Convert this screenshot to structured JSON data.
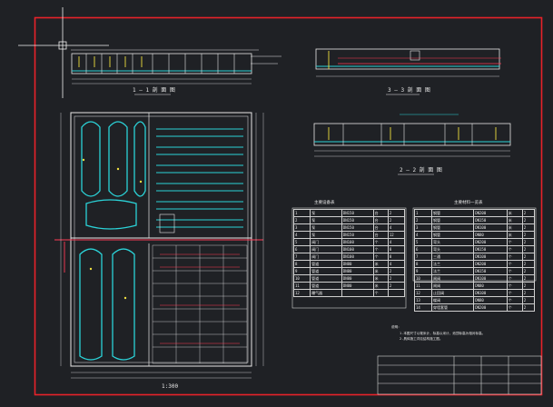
{
  "drawing": {
    "section_1_title": "1 — 1 剖 面 图",
    "section_2_title": "2 — 2 剖 面 图",
    "section_3_title": "3 — 3 剖 面 图",
    "plan_scale": "1:300",
    "equipment_table_title": "主要设备表",
    "material_table_title": "主要材料一览表",
    "notes_title": "说明：",
    "notes": [
      "1.本图尺寸以毫米计，标高以米计，池顶标高为相对标高。",
      "2.具体施工详见结构施工图。"
    ],
    "equipment_rows": [
      [
        "1",
        "泵",
        "DN150",
        "台",
        "2"
      ],
      [
        "2",
        "泵",
        "DN150",
        "台",
        "2"
      ],
      [
        "3",
        "泵",
        "DN150",
        "台",
        "4"
      ],
      [
        "4",
        "泵",
        "DN150",
        "台",
        "12"
      ],
      [
        "5",
        "阀门",
        "DN100",
        "个",
        "4"
      ],
      [
        "6",
        "阀门",
        "DN100",
        "个",
        "8"
      ],
      [
        "7",
        "阀门",
        "DN100",
        "个",
        "8"
      ],
      [
        "8",
        "管道",
        "DN80",
        "米",
        "4"
      ],
      [
        "9",
        "管道",
        "DN80",
        "米",
        "2"
      ],
      [
        "10",
        "管道",
        "DN80",
        "米",
        "2"
      ],
      [
        "11",
        "管道",
        "DN80",
        "米",
        "2"
      ],
      [
        "12",
        "曝气器",
        "",
        "个",
        ""
      ]
    ],
    "material_rows": [
      [
        "1",
        "钢管",
        "DN200",
        "米",
        "2"
      ],
      [
        "2",
        "钢管",
        "DN150",
        "米",
        "2"
      ],
      [
        "3",
        "钢管",
        "DN100",
        "米",
        "2"
      ],
      [
        "4",
        "钢管",
        "DN80",
        "米",
        "2"
      ],
      [
        "5",
        "弯头",
        "DN200",
        "个",
        "2"
      ],
      [
        "6",
        "弯头",
        "DN150",
        "个",
        "2"
      ],
      [
        "7",
        "三通",
        "DN100",
        "个",
        "2"
      ],
      [
        "8",
        "法兰",
        "DN200",
        "个",
        "2"
      ],
      [
        "9",
        "法兰",
        "DN150",
        "个",
        "2"
      ],
      [
        "10",
        "闸阀",
        "DN100",
        "个",
        "2"
      ],
      [
        "11",
        "闸阀",
        "DN80",
        "个",
        "2"
      ],
      [
        "12",
        "止回阀",
        "DN100",
        "个",
        "2"
      ],
      [
        "13",
        "蝶阀",
        "DN80",
        "个",
        "2"
      ],
      [
        "14",
        "穿墙套管",
        "DN200",
        "个",
        "2"
      ]
    ]
  }
}
